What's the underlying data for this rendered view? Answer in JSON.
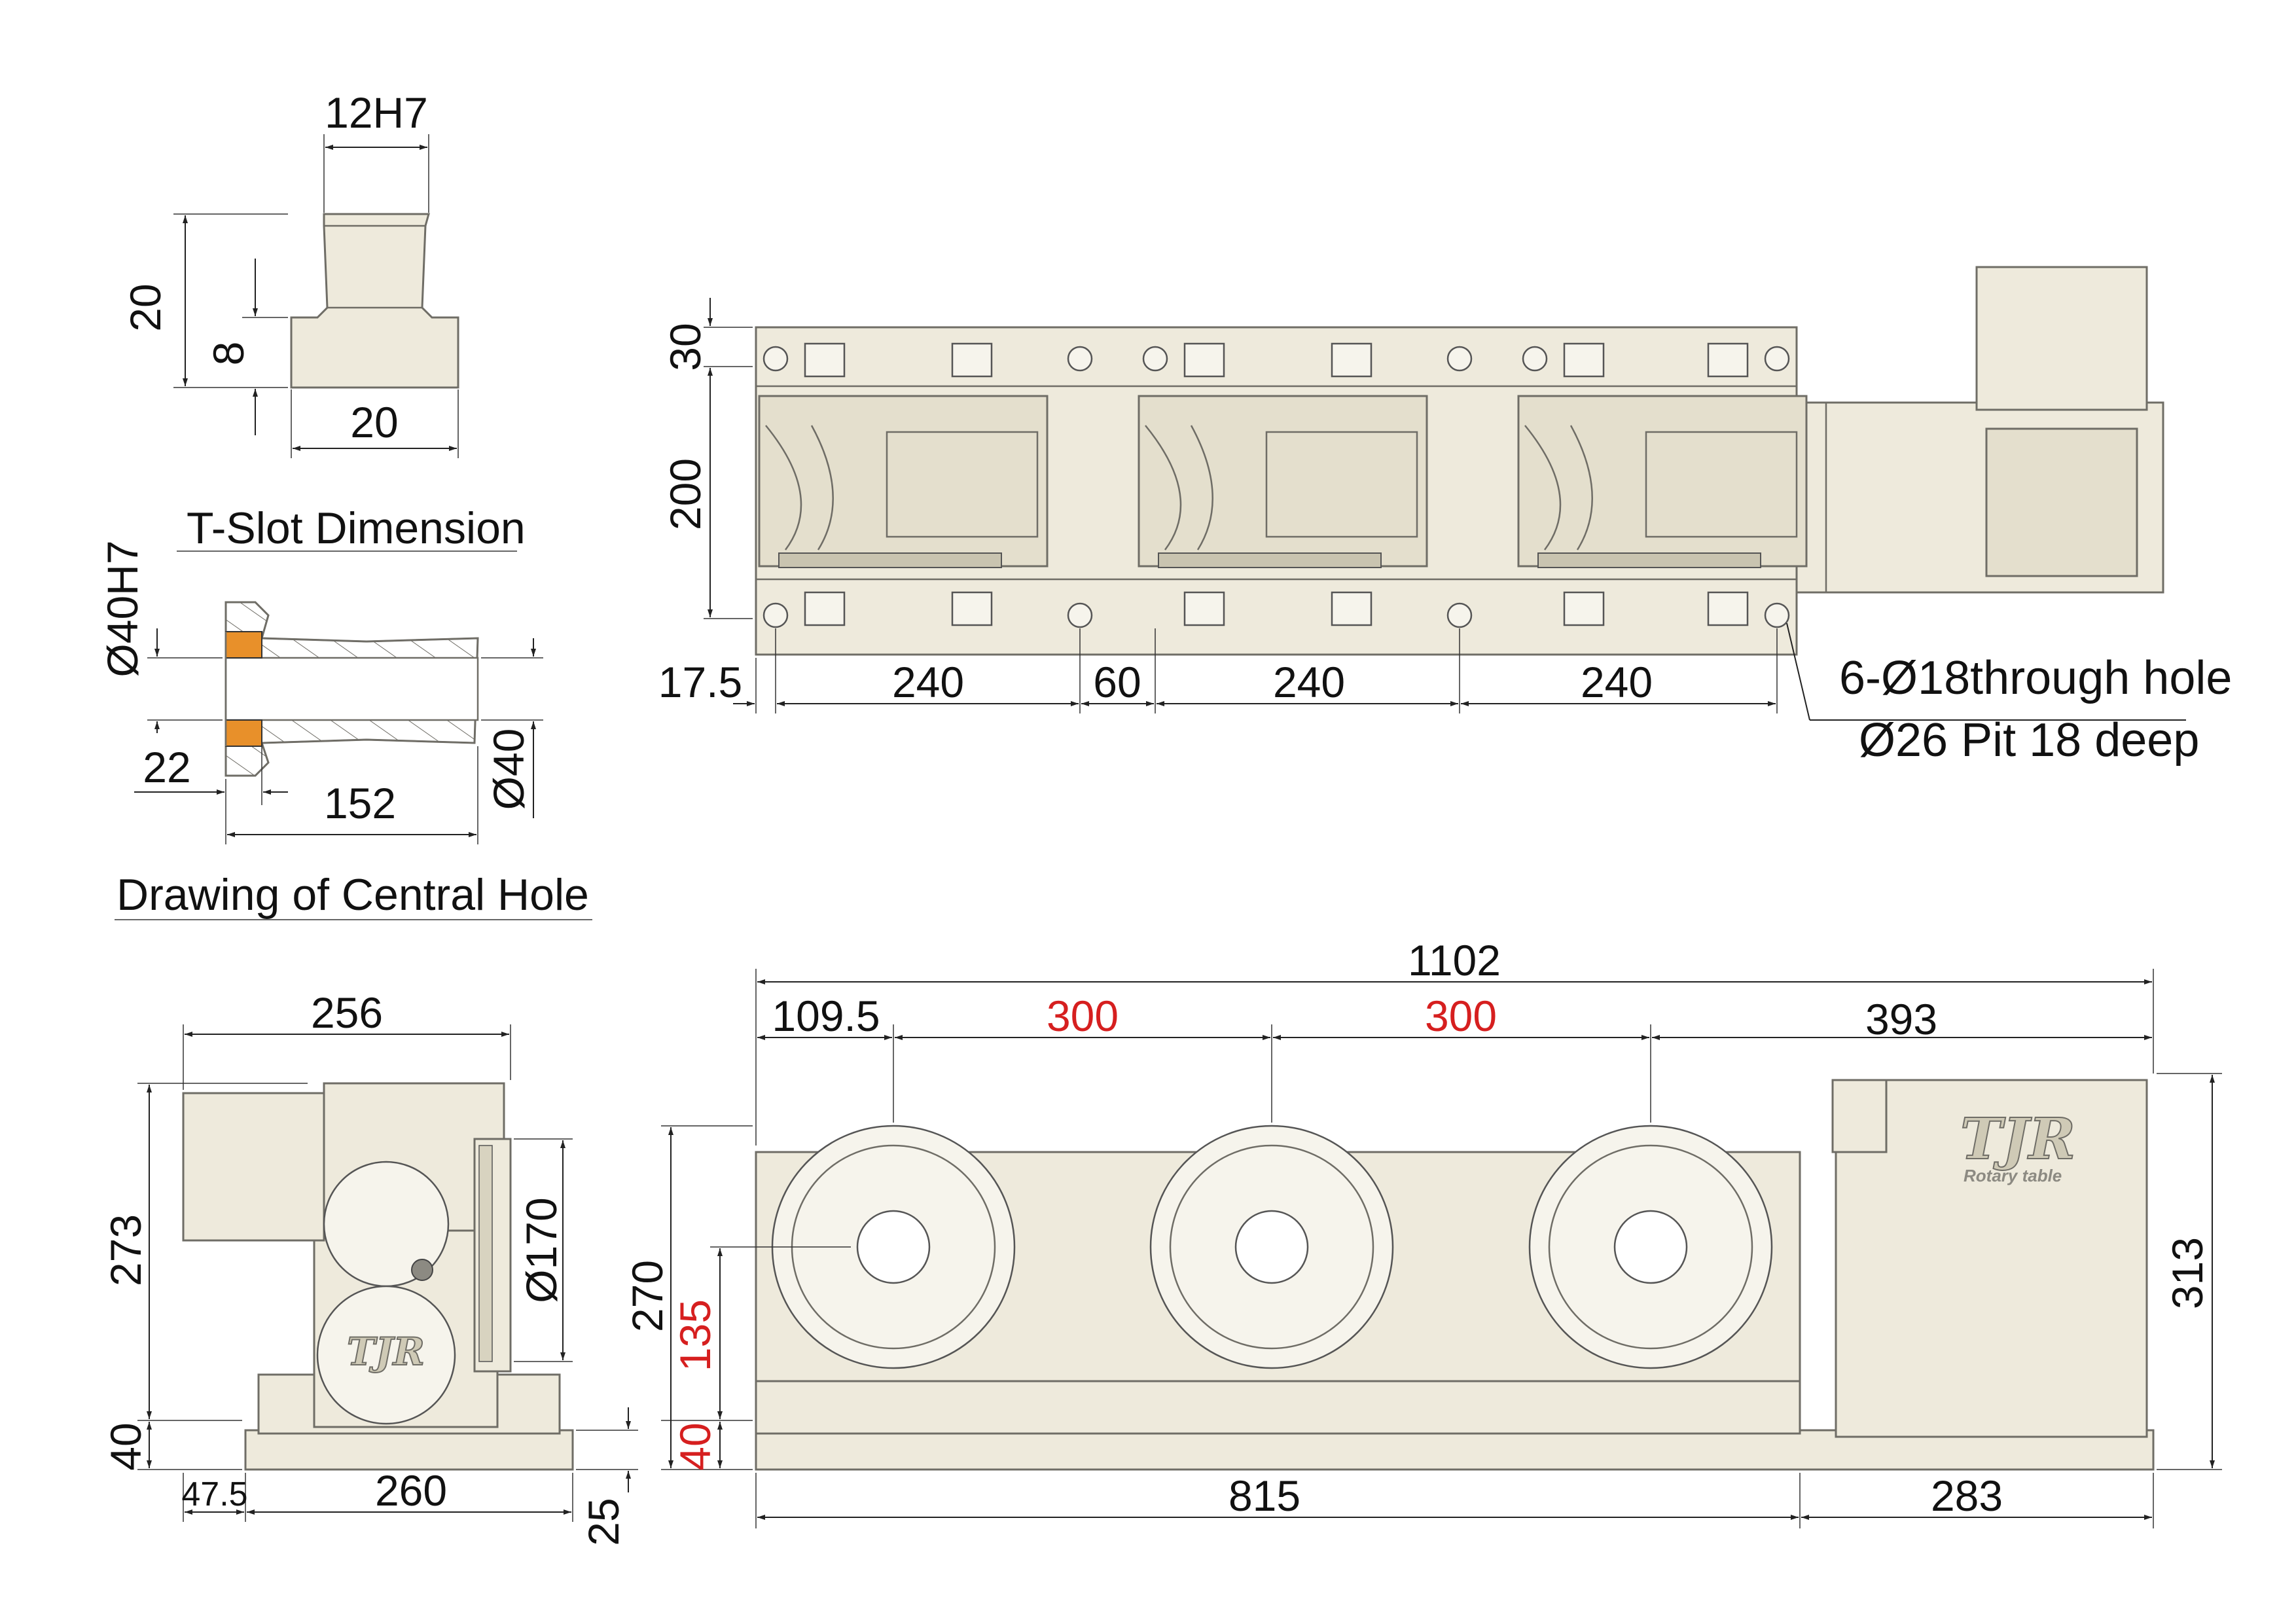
{
  "titles": {
    "tslot": "T-Slot Dimension",
    "central_hole": "Drawing of Central Hole"
  },
  "tslot": {
    "top": "12H7",
    "height": "20",
    "depth": "8",
    "width": "20"
  },
  "central_hole": {
    "bore": "Ø40H7",
    "left": "22",
    "length": "152",
    "outer": "Ø40"
  },
  "top_view": {
    "d30": "30",
    "d200": "200",
    "d17_5": "17.5",
    "d240a": "240",
    "d60": "60",
    "d240b": "240",
    "d240c": "240",
    "note_line1": "6-Ø18through hole",
    "note_line2": "Ø26 Pit 18 deep"
  },
  "side_view": {
    "d256": "256",
    "d273": "273",
    "d170": "Ø170",
    "d40": "40",
    "d47_5": "47.5",
    "d260": "260",
    "d25": "25",
    "logo": "TJR"
  },
  "front_view": {
    "d1102": "1102",
    "d109_5": "109.5",
    "d300a": "300",
    "d300b": "300",
    "d393": "393",
    "d270": "270",
    "d135": "135",
    "d40": "40",
    "d815": "815",
    "d283": "283",
    "d313": "313",
    "logo": "TJR",
    "logo_sub": "Rotary table"
  },
  "colors": {
    "body": "#eeeadc",
    "line": "#6f6d66",
    "highlight": "#d61f1f",
    "section": "#e8902a"
  }
}
